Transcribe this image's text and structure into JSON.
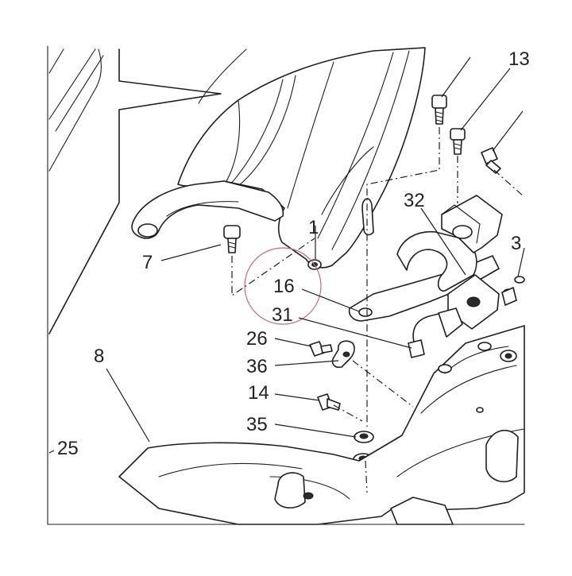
{
  "colors": {
    "ink": "#1e1e1e",
    "background": "#ffffff",
    "highlight_circle": "#c46a76"
  },
  "callouts": [
    {
      "id": "c1",
      "label": "1"
    },
    {
      "id": "c3",
      "label": "3"
    },
    {
      "id": "c7",
      "label": "7"
    },
    {
      "id": "c8",
      "label": "8"
    },
    {
      "id": "c13",
      "label": "13"
    },
    {
      "id": "c14",
      "label": "14"
    },
    {
      "id": "c16",
      "label": "16"
    },
    {
      "id": "c25",
      "label": "25"
    },
    {
      "id": "c26",
      "label": "26"
    },
    {
      "id": "c31",
      "label": "31"
    },
    {
      "id": "c32",
      "label": "32"
    },
    {
      "id": "c35",
      "label": "35"
    },
    {
      "id": "c36",
      "label": "36"
    }
  ]
}
